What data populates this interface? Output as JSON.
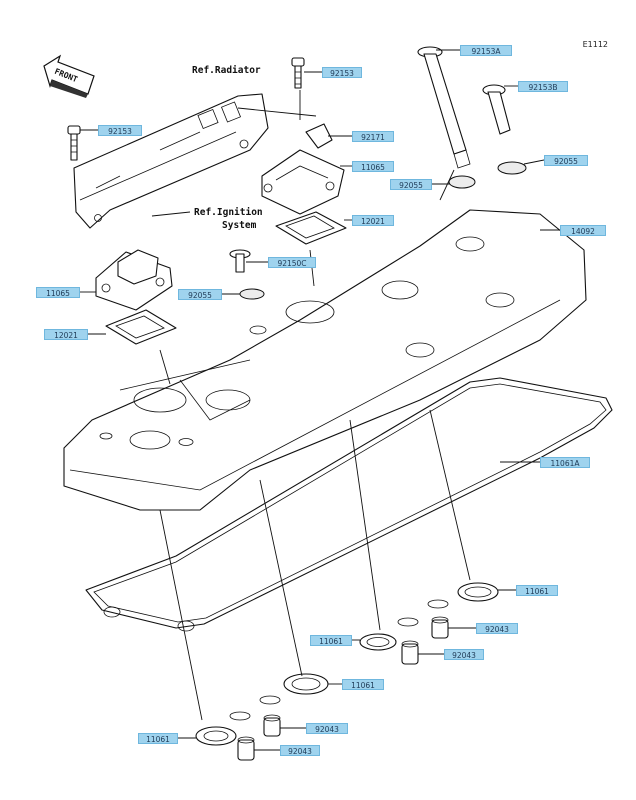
{
  "diagram_code": "E1112",
  "front_label": "FRONT",
  "references": {
    "radiator": "Ref.Radiator",
    "ignition_line1": "Ref.Ignition",
    "ignition_line2": "System"
  },
  "part_labels": [
    {
      "id": "92153-top",
      "text": "92153"
    },
    {
      "id": "92153-left",
      "text": "92153"
    },
    {
      "id": "92171",
      "text": "92171"
    },
    {
      "id": "11065-right",
      "text": "11065"
    },
    {
      "id": "12021-right",
      "text": "12021"
    },
    {
      "id": "92150c",
      "text": "92150C"
    },
    {
      "id": "92055-mid",
      "text": "92055"
    },
    {
      "id": "11065-left",
      "text": "11065"
    },
    {
      "id": "12021-left",
      "text": "12021"
    },
    {
      "id": "92153a",
      "text": "92153A"
    },
    {
      "id": "92153b",
      "text": "92153B"
    },
    {
      "id": "92055-upper",
      "text": "92055"
    },
    {
      "id": "92055-cap",
      "text": "92055"
    },
    {
      "id": "14092",
      "text": "14092"
    },
    {
      "id": "11061a",
      "text": "11061A"
    },
    {
      "id": "11061-right",
      "text": "11061"
    },
    {
      "id": "92043-r1",
      "text": "92043"
    },
    {
      "id": "11061-mid",
      "text": "11061"
    },
    {
      "id": "92043-r2",
      "text": "92043"
    },
    {
      "id": "11061-low",
      "text": "11061"
    },
    {
      "id": "11061-bottom",
      "text": "11061"
    },
    {
      "id": "92043-b1",
      "text": "92043"
    },
    {
      "id": "92043-b2",
      "text": "92043"
    }
  ]
}
